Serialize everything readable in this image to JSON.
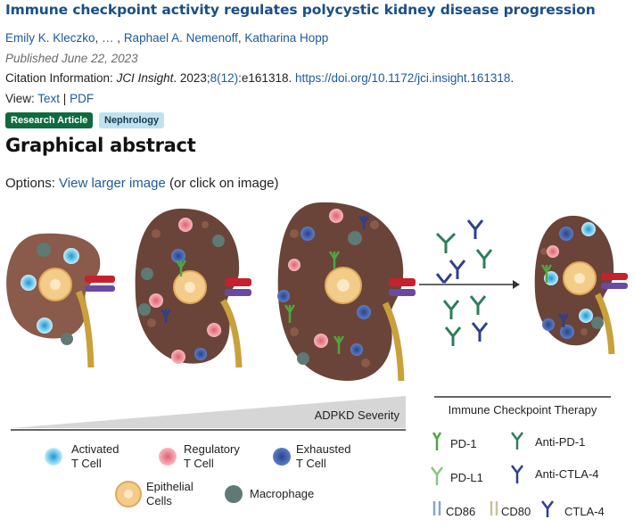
{
  "article": {
    "title": "Immune checkpoint activity regulates polycystic kidney disease progression",
    "author_first": "Emily K. Kleczko",
    "author_ellipsis": "…",
    "author_sep1": ", ",
    "author_sep2": " , ",
    "author_mid": "Raphael A. Nemenoff",
    "author_sep3": ", ",
    "author_last": "Katharina Hopp",
    "published": "Published June 22, 2023",
    "citation_label": "Citation Information: ",
    "journal": "JCI Insight",
    "citation_year": ". 2023;",
    "citation_issue": "8(12)",
    "citation_article": ":e161318. ",
    "doi": "https://doi.org/10.1172/jci.insight.161318",
    "doi_end": ".",
    "view_label": "View: ",
    "view_text": "Text",
    "view_sep": " | ",
    "view_pdf": "PDF"
  },
  "badges": [
    "Research Article",
    "Nephrology"
  ],
  "section_heading": "Graphical abstract",
  "options": {
    "label": "Options: ",
    "link": "View larger image",
    "suffix": " (or click on image)"
  },
  "figure": {
    "severity_label": "ADPKD Severity",
    "therapy_label": "Immune Checkpoint Therapy",
    "legend_cells": [
      {
        "line1": "Activated",
        "line2": "T Cell"
      },
      {
        "line1": "Regulatory",
        "line2": "T Cell"
      },
      {
        "line1": "Exhausted",
        "line2": "T Cell"
      },
      {
        "line1": "Epithelial",
        "line2": "Cells"
      },
      {
        "line1": "Macrophage",
        "line2": ""
      }
    ],
    "legend_markers": [
      "PD-1",
      "Anti-PD-1",
      "PD-L1",
      "Anti-CTLA-4",
      "CD86",
      "CD80",
      "CTLA-4"
    ]
  },
  "colors": {
    "link": "#1e5a99",
    "title": "#1a4f86",
    "badge_research": "#0f6b3f",
    "badge_nephrology": "#bde3ef",
    "kidney_healthy": "#8a5a4a",
    "kidney_diseased": "#6a4438",
    "activated_tcell": "#4fb3d9",
    "regulatory_tcell": "#e0707a",
    "exhausted_tcell": "#2f4f9a",
    "epithelial": "#f3cc8a",
    "macrophage": "#5f7a74",
    "pd1": "#4fa640",
    "anti_pd1": "#2e7d5a",
    "anti_ctla4": "#2f3f8a"
  }
}
